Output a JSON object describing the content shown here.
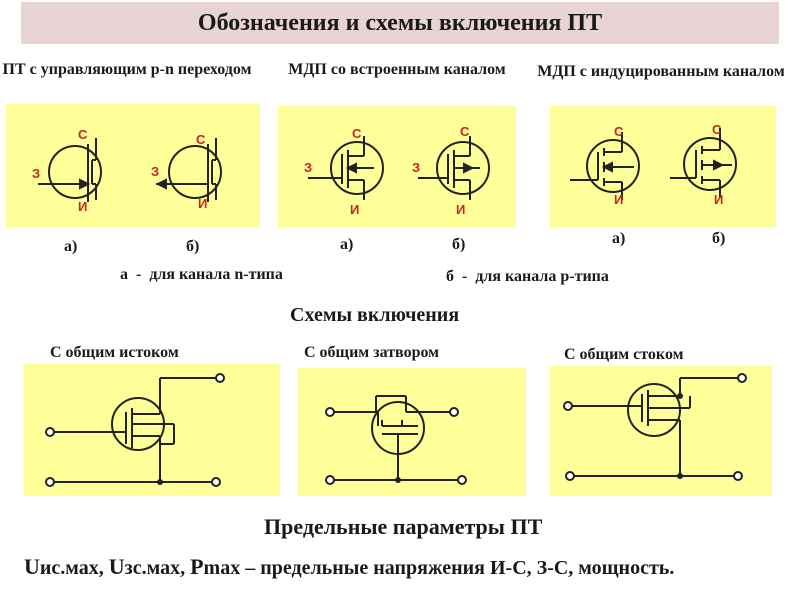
{
  "title": "Обозначения и схемы включения ПТ",
  "headers": {
    "jfet": "ПТ с управляющим p-n переходом",
    "depletion": "МДП со встроенным каналом",
    "enhancement": "МДП с индуцированным каналом"
  },
  "pin_labels": {
    "drain": "С",
    "gate": "З",
    "source": "И"
  },
  "variant_labels": {
    "a": "а)",
    "b": "б)"
  },
  "legend": {
    "n_type": "а  -  для канала n-типа",
    "p_type": "б  -  для канала p-типа"
  },
  "circuits_title": "Схемы включения",
  "circuits": {
    "common_source": "С общим истоком",
    "common_gate": "С общим затвором",
    "common_drain": "С общим стоком"
  },
  "limits_title": "Предельные параметры ПТ",
  "limits": {
    "u1": "U",
    "u1_sub": "ис.мах,",
    "u2": "U",
    "u2_sub": "зс.мах,",
    "p": "P",
    "p_sub": "max",
    "desc": " – предельные напряжения И-С, З-С, мощность."
  }
}
